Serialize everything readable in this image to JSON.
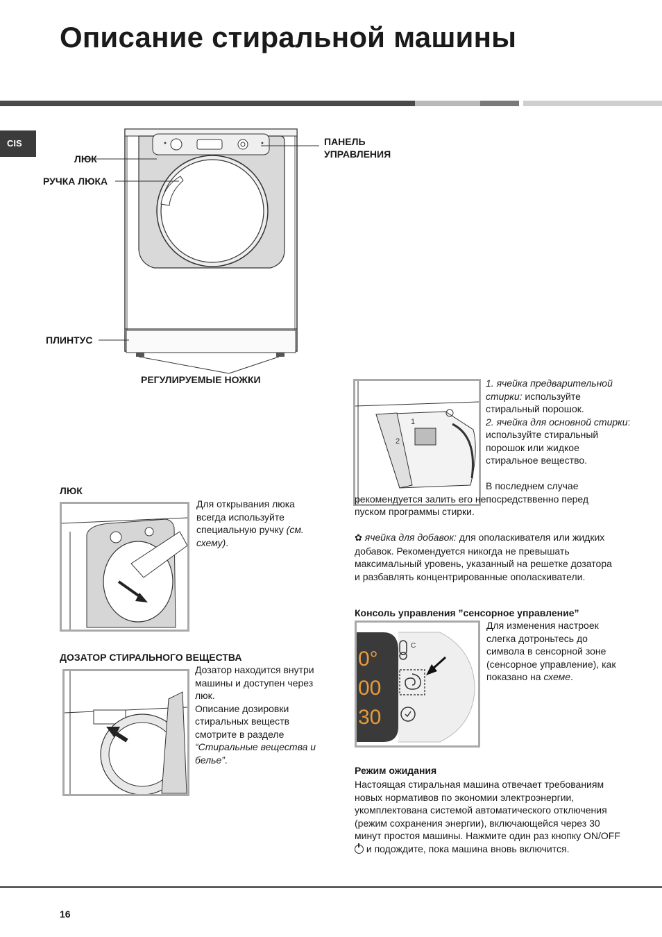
{
  "title": "Описание стиральной машины",
  "lang_tab": "CIS",
  "page_number": "16",
  "diagram": {
    "labels": {
      "door": "ЛЮК",
      "door_handle": "РУЧКА ЛЮКА",
      "plinth": "ПЛИНТУС",
      "feet": "РЕГУЛИРУЕМЫЕ НОЖКИ",
      "panel_line1": "ПАНЕЛЬ",
      "panel_line2": "УПРАВЛЕНИЯ"
    }
  },
  "door_section": {
    "heading": "ЛЮК",
    "text1": "Для открывания люка всегда используйте специальную ручку ",
    "text_italic": "(см. схему)",
    "text2": "."
  },
  "dispenser_section": {
    "heading": "ДОЗАТОР СТИРАЛЬНОГО ВЕЩЕСТВА",
    "text1": "Дозатор находится внутри машины и доступен через люк.",
    "text2": "Описание дозировки стиральных веществ смотрите в разделе ",
    "text_italic": "“Стиральные вещества и белье”",
    "text3": "."
  },
  "compartments": {
    "c1_italic": "1. ячейка предварительной стирки:",
    "c1_text": " используйте стиральный порошок.",
    "c2_italic": "2. ячейка для основной стирки",
    "c2_text": ": используйте стиральный порошок или жидкое стиральное вещество.",
    "c2_note": "В последнем случае рекомендуется залить его непосредстввенно перед пуском программы стирки.",
    "c3_italic": "ячейка для добавок:",
    "c3_text": " для ополаскивателя или жидких добавок. Рекомендуется никогда не превышать максимальный уровень, указанный на решетке дозатора и разбавлять концентрированные ополаскиватели.",
    "figure_num1": "1",
    "figure_num2": "2"
  },
  "touch_section": {
    "heading": "Консоль управления ”сенсорное управление”",
    "text1": "Для изменения настроек слегка дотроньтесь до символа в сенсорной зоне (сенсорное управление), как показано на ",
    "text_italic": "схеме",
    "text2": ".",
    "display_values": [
      "0°",
      "00",
      "30"
    ]
  },
  "standby_section": {
    "heading": "Режим ожидания",
    "text1": "Настоящая стиральная машина отвечает требованиям новых нормативов по экономии электроэнергии, укомплектована системой автоматического отключения (режим сохранения энергии), включающейся через 30 минут простоя машины. Нажмите один раз кнопку ON/OFF ",
    "text2": " и подождите, пока машина вновь включится."
  }
}
